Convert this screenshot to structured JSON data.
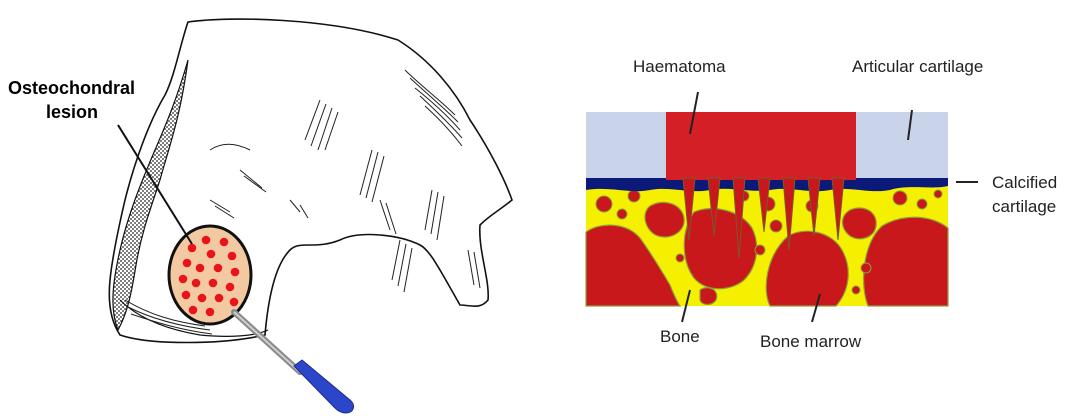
{
  "left_figure": {
    "label_line1": "Osteochondral",
    "label_line2": "lesion"
  },
  "right_figure": {
    "haematoma": "Haematoma",
    "articular_cartilage": "Articular cartilage",
    "calcified_line1": "Calcified",
    "calcified_line2": "cartilage",
    "bone": "Bone",
    "bone_marrow": "Bone marrow"
  },
  "colors": {
    "lesion_dot": "#e8141a",
    "lesion_fill": "#f3c9a2",
    "haematoma": "#d41f26",
    "articular_cartilage": "#c9d3ea",
    "calcified_cartilage": "#0b1a78",
    "bone": "#f5f000",
    "bone_marrow": "#c8181c",
    "probe_handle": "#2b46c8"
  }
}
